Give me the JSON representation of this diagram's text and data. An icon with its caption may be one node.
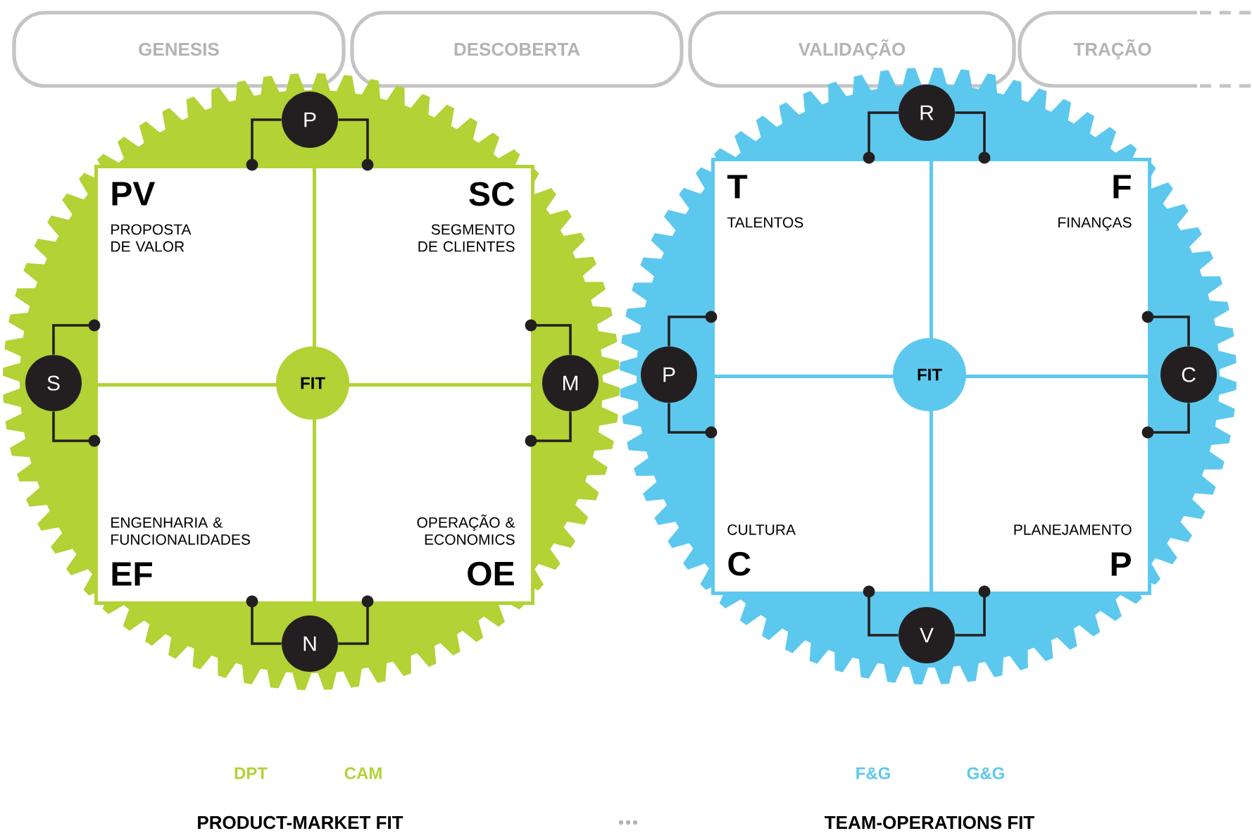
{
  "diagram": {
    "nodes": [
      {
        "text": [
          "GENESIS"
        ]
      },
      {
        "text": [
          "DESCOBERTA"
        ]
      },
      {
        "text": [
          "VALIDAÇÃO"
        ]
      },
      {
        "text": [
          "TRAÇÃO"
        ]
      },
      {
        "text": [
          "PV",
          "PROPOSTA DE VALOR"
        ]
      },
      {
        "text": [
          "SC",
          "SEGMENTO DE CLIENTES"
        ]
      },
      {
        "text": [
          "ENGENHARIA & FUNCIONALIDADES",
          "EF"
        ]
      },
      {
        "text": [
          "OPERAÇÃO & ECONOMICS",
          "OE"
        ]
      },
      {
        "text": [
          "FIT"
        ]
      },
      {
        "text": [
          "P"
        ]
      },
      {
        "text": [
          "S"
        ]
      },
      {
        "text": [
          "M"
        ]
      },
      {
        "text": [
          "N"
        ]
      },
      {
        "text": [
          "T",
          "TALENTOS"
        ]
      },
      {
        "text": [
          "F",
          "FINANÇAS"
        ]
      },
      {
        "text": [
          "CULTURA",
          "C"
        ]
      },
      {
        "text": [
          "PLANEJAMENTO",
          "P"
        ]
      },
      {
        "text": [
          "FIT"
        ]
      },
      {
        "text": [
          "R"
        ]
      },
      {
        "text": [
          "P"
        ]
      },
      {
        "text": [
          "C"
        ]
      },
      {
        "text": [
          "V"
        ]
      }
    ],
    "edges": [
      {
        "from": 9,
        "to": 4,
        "arrow": "other"
      },
      {
        "from": 9,
        "to": 5,
        "arrow": "other"
      },
      {
        "from": 10,
        "to": 4,
        "arrow": "other"
      },
      {
        "from": 10,
        "to": 6,
        "arrow": "other"
      },
      {
        "from": 11,
        "to": 5,
        "arrow": "other"
      },
      {
        "from": 11,
        "to": 7,
        "arrow": "other"
      },
      {
        "from": 12,
        "to": 6,
        "arrow": "other"
      },
      {
        "from": 12,
        "to": 7,
        "arrow": "other"
      },
      {
        "from": 18,
        "to": 13,
        "arrow": "other"
      },
      {
        "from": 18,
        "to": 14,
        "arrow": "other"
      },
      {
        "from": 19,
        "to": 13,
        "arrow": "other"
      },
      {
        "from": 19,
        "to": 15,
        "arrow": "other"
      },
      {
        "from": 20,
        "to": 14,
        "arrow": "other"
      },
      {
        "from": 20,
        "to": 16,
        "arrow": "other"
      },
      {
        "from": 21,
        "to": 15,
        "arrow": "other"
      },
      {
        "from": 21,
        "to": 16,
        "arrow": "other"
      }
    ],
    "labels": [
      "DPT",
      "CAM",
      "F&G",
      "G&G",
      "PRODUCT-MARKET FIT",
      "TEAM-OPERATIONS FIT"
    ]
  }
}
